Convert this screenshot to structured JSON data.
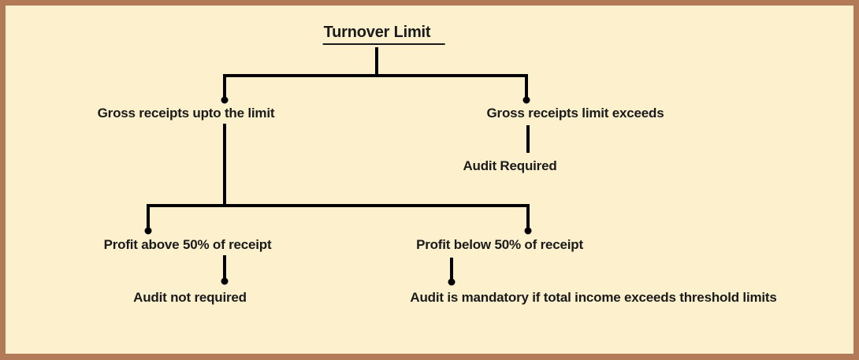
{
  "colors": {
    "background": "#FDF1CD",
    "border": "#B27A56",
    "line": "#000000",
    "text": "#1A1A1A"
  },
  "flowchart": {
    "title": "Turnover Limit",
    "level1": {
      "left": {
        "label": "Gross receipts upto the limit"
      },
      "right": {
        "label": "Gross receipts limit exceeds",
        "result": "Audit Required"
      }
    },
    "level2": {
      "left": {
        "label": "Profit above 50% of receipt",
        "result": "Audit not required"
      },
      "right": {
        "label": "Profit below 50% of receipt",
        "result": "Audit is mandatory if total income exceeds threshold limits"
      }
    }
  }
}
